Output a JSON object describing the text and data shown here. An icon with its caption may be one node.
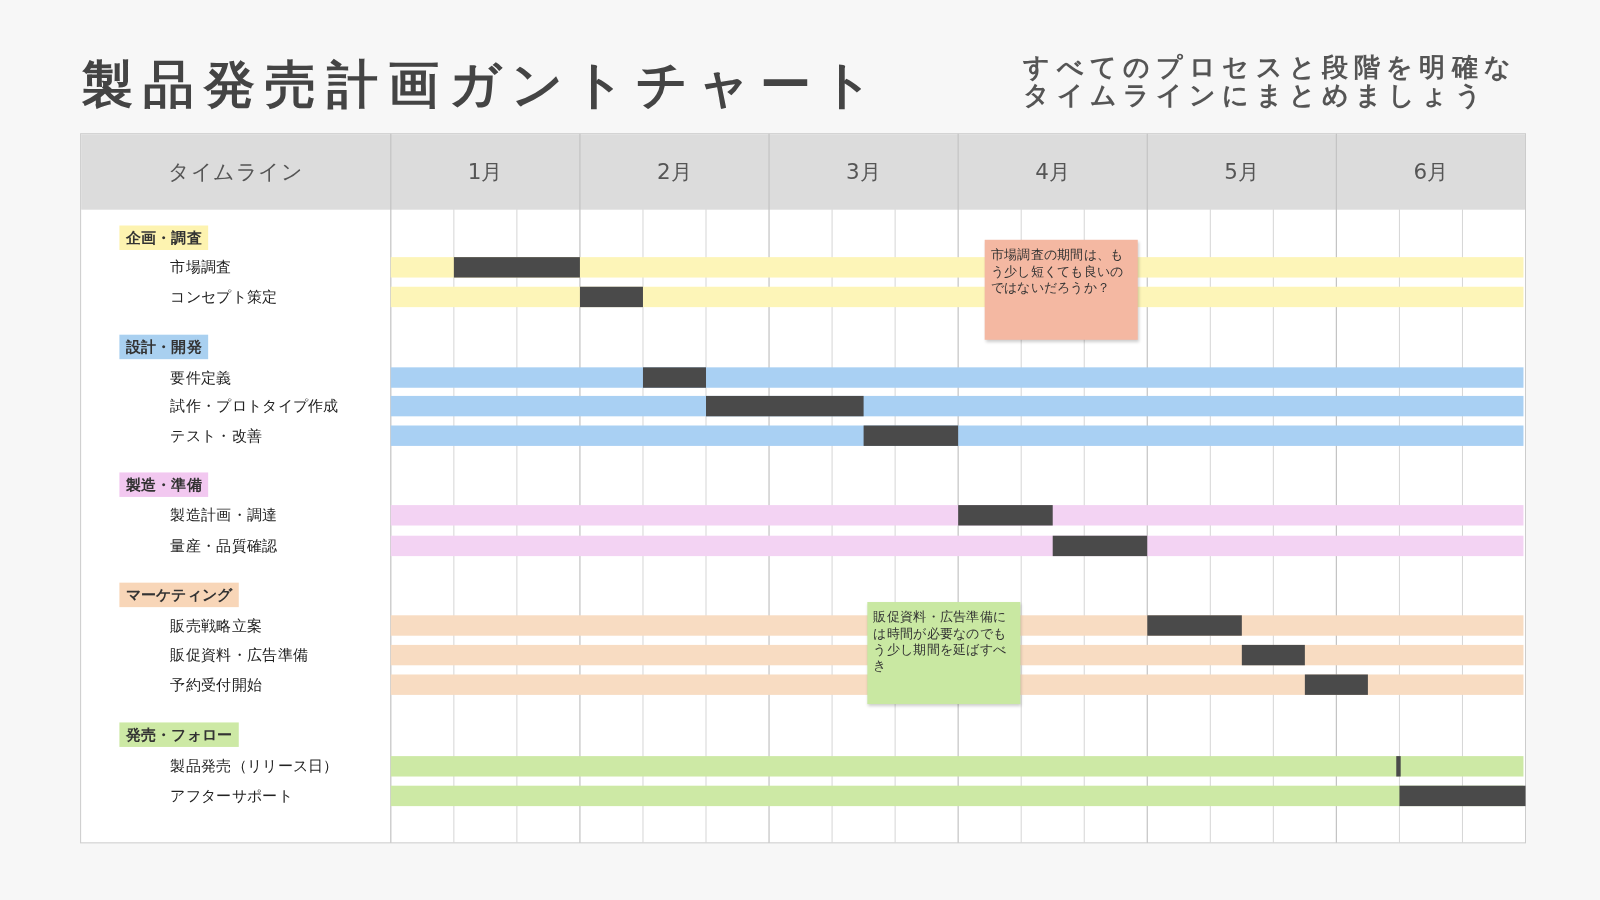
{
  "diagram": {
    "title": "製品発売計画ガントチャート",
    "nodes": [
      {
        "text": [
          "企画・調査"
        ]
      },
      {
        "text": [
          "設計・開発"
        ]
      },
      {
        "text": [
          "製造・準備"
        ]
      },
      {
        "text": [
          "マーケティング"
        ]
      },
      {
        "text": [
          "発売・フォロー"
        ]
      },
      {
        "text": [
          "市場調査の期間は、もう少し短くても良いのではないだろうか？"
        ]
      },
      {
        "text": [
          "販促資料・広告準備には時間が必要なのでもう少し期間を延ばすべき"
        ]
      },
      {
        "text": [],
        "shape": "bar"
      },
      {
        "text": [],
        "shape": "bar"
      },
      {
        "text": [],
        "shape": "bar"
      },
      {
        "text": [],
        "shape": "bar"
      },
      {
        "text": [],
        "shape": "bar"
      },
      {
        "text": [],
        "shape": "bar"
      },
      {
        "text": [],
        "shape": "bar"
      },
      {
        "text": [],
        "shape": "bar"
      },
      {
        "text": [],
        "shape": "bar"
      },
      {
        "text": [],
        "shape": "bar"
      },
      {
        "text": [],
        "shape": "bar"
      },
      {
        "text": [],
        "shape": "bar"
      }
    ],
    "labels": [
      "すべてのプロセスと段階を明確なタイムラインにまとめましょう",
      "タイムライン",
      "1月",
      "2月",
      "3月",
      "4月",
      "5月",
      "6月",
      "市場調査",
      "コンセプト策定",
      "要件定義",
      "試作・プロトタイプ作成",
      "テスト・改善",
      "製造計画・調達",
      "量産・品質確認",
      "販売戦略立案",
      "販促資料・広告準備",
      "予約受付開始",
      "製品発売（リリース日）",
      "アフターサポート"
    ]
  }
}
